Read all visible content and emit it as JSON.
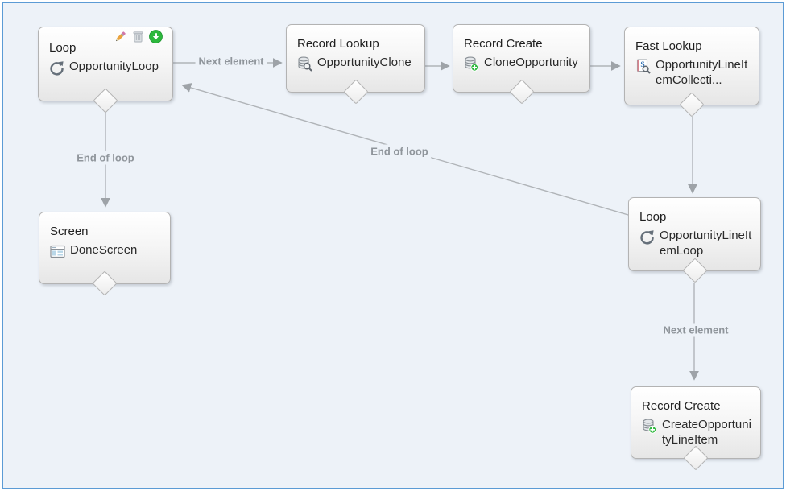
{
  "canvas": {
    "background_color": "#edf2f8",
    "border_color": "#5b9bd5",
    "connector_color": "#b0b4b8",
    "connector_label_color": "#8f959b",
    "accent_green": "#2db83d"
  },
  "nodes": [
    {
      "id": "opportunity-loop",
      "type": "Loop",
      "name": "OpportunityLoop",
      "icon": "loop-icon",
      "toolbar": [
        "edit-pencil-icon",
        "delete-trash-icon",
        "green-down-arrow-icon"
      ]
    },
    {
      "id": "opportunity-clone",
      "type": "Record Lookup",
      "name": "OpportunityClone",
      "icon": "record-lookup-icon"
    },
    {
      "id": "clone-opportunity",
      "type": "Record Create",
      "name": "CloneOpportunity",
      "icon": "record-create-icon"
    },
    {
      "id": "opportunity-line-item-collection",
      "type": "Fast Lookup",
      "name": "OpportunityLineItemCollecti...",
      "icon": "fast-lookup-icon"
    },
    {
      "id": "done-screen",
      "type": "Screen",
      "name": "DoneScreen",
      "icon": "screen-icon"
    },
    {
      "id": "opportunity-line-item-loop",
      "type": "Loop",
      "name": "OpportunityLineItemLoop",
      "icon": "loop-icon"
    },
    {
      "id": "create-opportunity-line-item",
      "type": "Record Create",
      "name": "CreateOpportunityLineItem",
      "icon": "record-create-icon"
    }
  ],
  "connectors": [
    {
      "from": "OpportunityLoop",
      "to": "OpportunityClone",
      "label": "Next element"
    },
    {
      "from": "OpportunityClone",
      "to": "CloneOpportunity",
      "label": ""
    },
    {
      "from": "CloneOpportunity",
      "to": "OpportunityLineItemCollection",
      "label": ""
    },
    {
      "from": "OpportunityLineItemCollection",
      "to": "OpportunityLineItemLoop",
      "label": ""
    },
    {
      "from": "OpportunityLoop",
      "to": "DoneScreen",
      "label": "End of loop"
    },
    {
      "from": "OpportunityLineItemLoop",
      "to": "OpportunityLoop",
      "label": "End of loop"
    },
    {
      "from": "OpportunityLineItemLoop",
      "to": "CreateOpportunityLineItem",
      "label": "Next element"
    }
  ]
}
